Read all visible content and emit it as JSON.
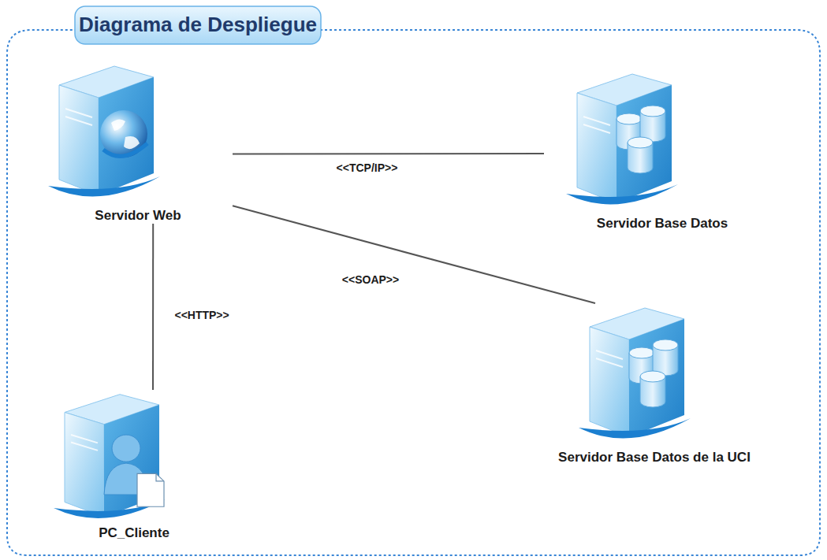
{
  "diagram": {
    "title": "Diagrama de Despliegue",
    "nodes": [
      {
        "text": [
          "Servidor Web"
        ]
      },
      {
        "text": [
          "Servidor Base Datos"
        ]
      },
      {
        "text": [
          "Servidor Base Datos de la UCI"
        ]
      },
      {
        "text": [
          "PC_Cliente"
        ]
      }
    ],
    "edges": [
      {
        "from": 0,
        "to": 1,
        "label": "<<TCP/IP>>",
        "arrow": "none"
      },
      {
        "from": 0,
        "to": 2,
        "label": "<<SOAP>>",
        "arrow": "none"
      },
      {
        "from": 0,
        "to": 3,
        "label": "<<HTTP>>",
        "arrow": "none"
      }
    ]
  }
}
